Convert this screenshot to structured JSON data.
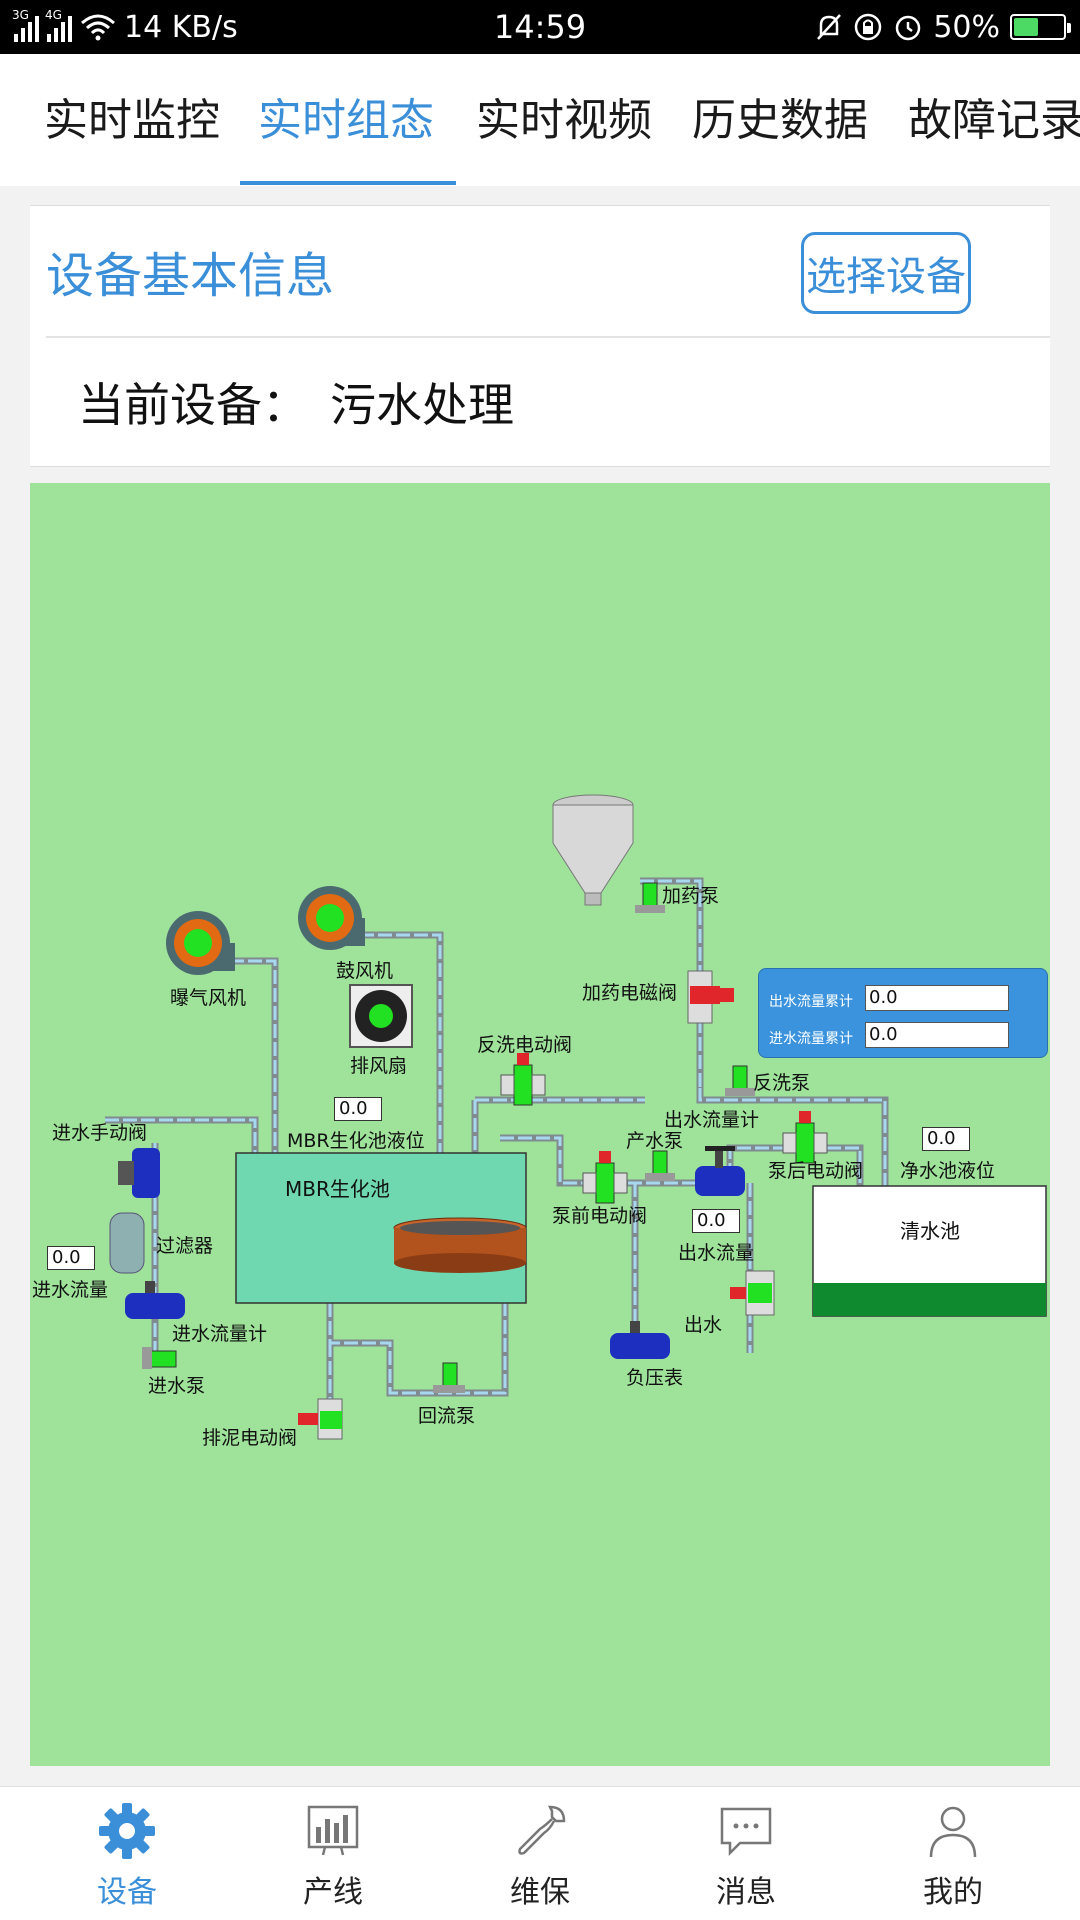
{
  "status_bar": {
    "network_1": "3G",
    "network_2": "4G",
    "speed": "14 KB/s",
    "time": "14:59",
    "battery": "50%",
    "battery_level": 0.5
  },
  "tabs": [
    {
      "label": "实时监控",
      "active": false
    },
    {
      "label": "实时组态",
      "active": true
    },
    {
      "label": "实时视频",
      "active": false
    },
    {
      "label": "历史数据",
      "active": false
    },
    {
      "label": "故障记录",
      "active": false
    }
  ],
  "info_card": {
    "title": "设备基本信息",
    "select_button": "选择设备",
    "current_label": "当前设备：",
    "current_value": "污水处理"
  },
  "diagram": {
    "labels": {
      "aeration_fan": "曝气风机",
      "blower": "鼓风机",
      "exhaust_fan": "排风扇",
      "dosing_pump": "加药泵",
      "dosing_valve": "加药电磁阀",
      "backwash_valve": "反洗电动阀",
      "backwash_pump": "反洗泵",
      "outflow_meter": "出水流量计",
      "production_pump": "产水泵",
      "post_pump_valve": "泵后电动阀",
      "clean_level": "净水池液位",
      "clean_pool": "清水池",
      "inlet_manual_valve": "进水手动阀",
      "mbr_level": "MBR生化池液位",
      "mbr_pool": "MBR生化池",
      "filter": "过滤器",
      "inlet_flow": "进水流量",
      "inlet_flowmeter": "进水流量计",
      "inlet_pump": "进水泵",
      "sludge_valve": "排泥电动阀",
      "return_pump": "回流泵",
      "pre_pump_valve": "泵前电动阀",
      "outflow": "出水流量",
      "outlet": "出水",
      "vacuum_gauge": "负压表"
    },
    "values": {
      "mbr_level": "0.0",
      "clean_level": "0.0",
      "inlet_flow": "0.0",
      "outflow": "0.0"
    },
    "flow_panel": {
      "out_total_label_1": "出水流量累计",
      "out_total_value_1": "0.0",
      "out_total_label_2": "进水流量累计",
      "out_total_value_2": "0.0"
    },
    "colors": {
      "background": "#9fe39b",
      "pipe": "#a8d8f0",
      "pool": "#6fd8b0",
      "clean_water": "#0f8a2e",
      "valve_red": "#e0252b",
      "valve_green": "#22e022",
      "valve_blue": "#1c2fbf"
    }
  },
  "bottom_nav": [
    {
      "label": "设备",
      "icon": "gear-icon",
      "active": true
    },
    {
      "label": "产线",
      "icon": "bar-chart-icon",
      "active": false
    },
    {
      "label": "维保",
      "icon": "wrench-icon",
      "active": false
    },
    {
      "label": "消息",
      "icon": "message-icon",
      "active": false
    },
    {
      "label": "我的",
      "icon": "person-icon",
      "active": false
    }
  ],
  "accent_color": "#3b8fd9"
}
